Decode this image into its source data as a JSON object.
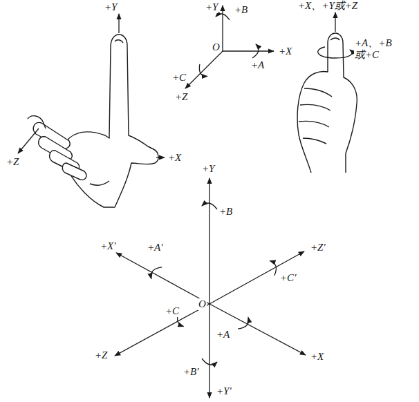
{
  "diagram": {
    "labels": [
      "+Y",
      "+Z",
      "+X",
      "+Y",
      "+B",
      "O",
      "+X",
      "+C",
      "+A",
      "+Z",
      "+X、+Y或+Z",
      "+A、+B 或+C",
      "+Y",
      "+A′",
      "+X′",
      "O",
      "+B",
      "+Z′",
      "+C′",
      "+C",
      "+Z",
      "+A",
      "+X",
      "+B′",
      "+Y′"
    ]
  }
}
